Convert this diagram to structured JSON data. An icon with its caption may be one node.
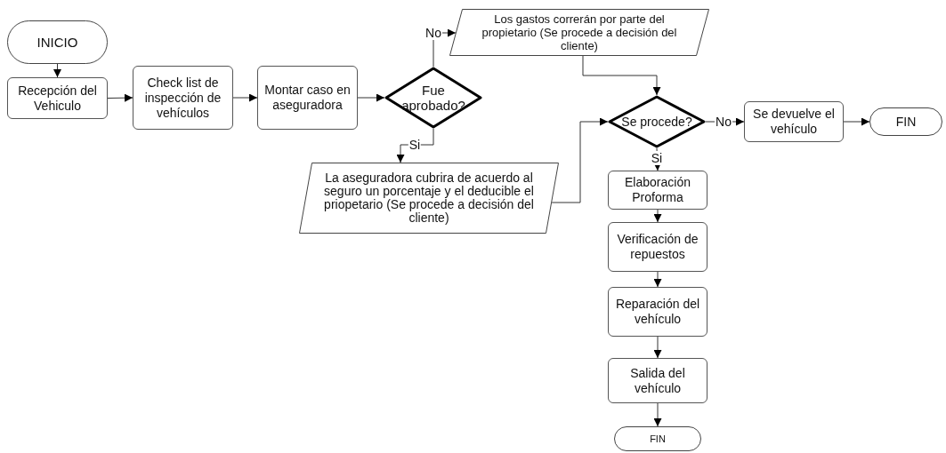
{
  "diagram": {
    "nodes": [
      {
        "text": [
          "INICIO"
        ]
      },
      {
        "text": [
          "Recepción del Vehiculo"
        ]
      },
      {
        "text": [
          "Check list de inspección de vehículos"
        ]
      },
      {
        "text": [
          "Montar caso en aseguradora"
        ]
      },
      {
        "text": [
          "Fue aprobado?"
        ]
      },
      {
        "text": [
          "Los gastos correrán por parte del propietario (Se procede a decisión del cliente)"
        ]
      },
      {
        "text": [
          "La aseguradora cubrira de acuerdo al seguro un porcentaje y el deducible el priopetario (Se procede a decisión del cliente)"
        ]
      },
      {
        "text": [
          "Se procede?"
        ]
      },
      {
        "text": [
          "Se devuelve el vehículo"
        ]
      },
      {
        "text": [
          "FIN"
        ]
      },
      {
        "text": [
          "Elaboración Proforma"
        ]
      },
      {
        "text": [
          "Verificación de repuestos"
        ]
      },
      {
        "text": [
          "Reparación del vehículo"
        ]
      },
      {
        "text": [
          "Salida del vehículo"
        ]
      },
      {
        "text": [
          "FIN"
        ]
      }
    ],
    "edges": [
      {
        "from": 0,
        "to": 1,
        "arrow": "to"
      },
      {
        "from": 1,
        "to": 2,
        "arrow": "to"
      },
      {
        "from": 2,
        "to": 3,
        "arrow": "to"
      },
      {
        "from": 3,
        "to": 4,
        "arrow": "to"
      },
      {
        "from": 4,
        "to": 5,
        "arrow": "to",
        "label": "No"
      },
      {
        "from": 4,
        "to": 6,
        "arrow": "to",
        "label": "Si"
      },
      {
        "from": 5,
        "to": 7,
        "arrow": "to"
      },
      {
        "from": 6,
        "to": 7,
        "arrow": "to"
      },
      {
        "from": 7,
        "to": 8,
        "arrow": "to",
        "label": "No"
      },
      {
        "from": 8,
        "to": 9,
        "arrow": "to"
      },
      {
        "from": 7,
        "to": 10,
        "arrow": "to",
        "label": "Si"
      },
      {
        "from": 10,
        "to": 11,
        "arrow": "to"
      },
      {
        "from": 11,
        "to": 12,
        "arrow": "to"
      },
      {
        "from": 12,
        "to": 13,
        "arrow": "to"
      },
      {
        "from": 13,
        "to": 14,
        "arrow": "to"
      }
    ]
  }
}
